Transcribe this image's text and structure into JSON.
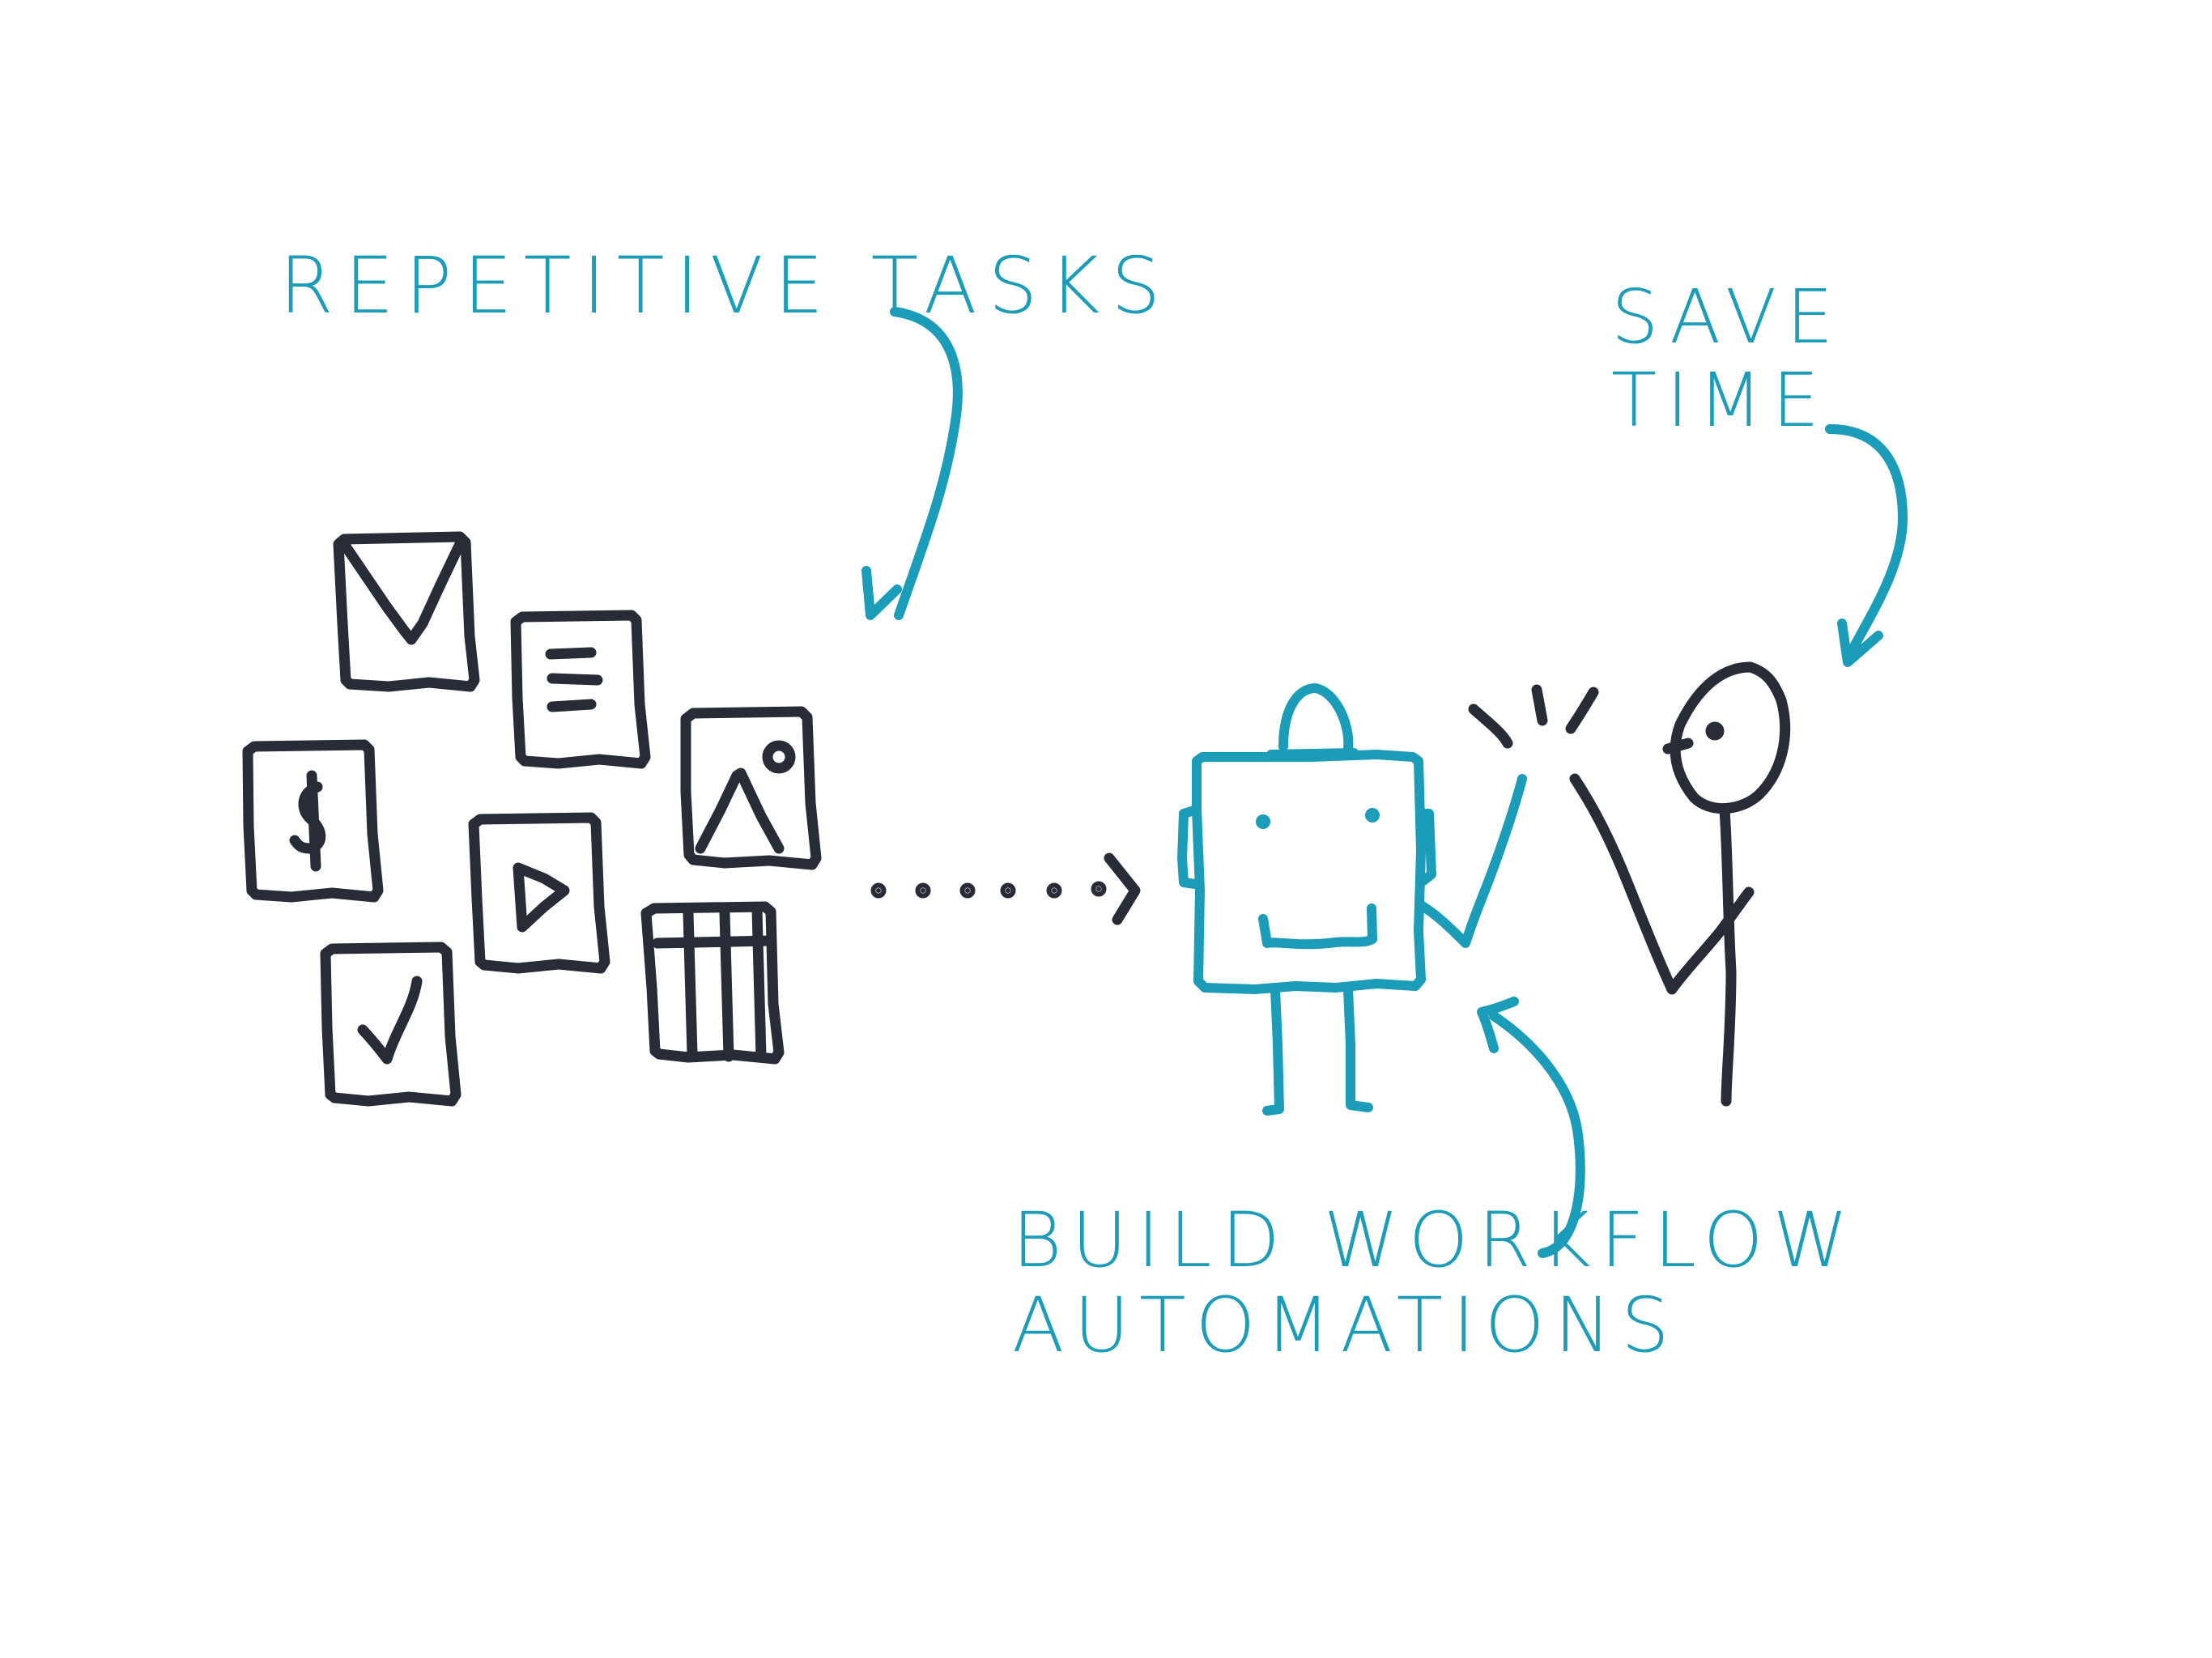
{
  "colors": {
    "accent": "#1b9cb8",
    "ink": "#272c36",
    "background": "#ffffff"
  },
  "labels": {
    "repetitive_tasks": "REPETITIVE TASKS",
    "save_time": [
      "SAVE",
      "TIME"
    ],
    "build_workflow": [
      "BUILD WORKFLOW",
      "AUTOMATIONS"
    ]
  },
  "icons": [
    "email-card-icon",
    "document-card-icon",
    "image-card-icon",
    "dollar-card-icon",
    "video-play-card-icon",
    "spreadsheet-card-icon",
    "checkmark-card-icon",
    "robot-icon",
    "stick-person-icon",
    "high-five-spark-icon"
  ]
}
